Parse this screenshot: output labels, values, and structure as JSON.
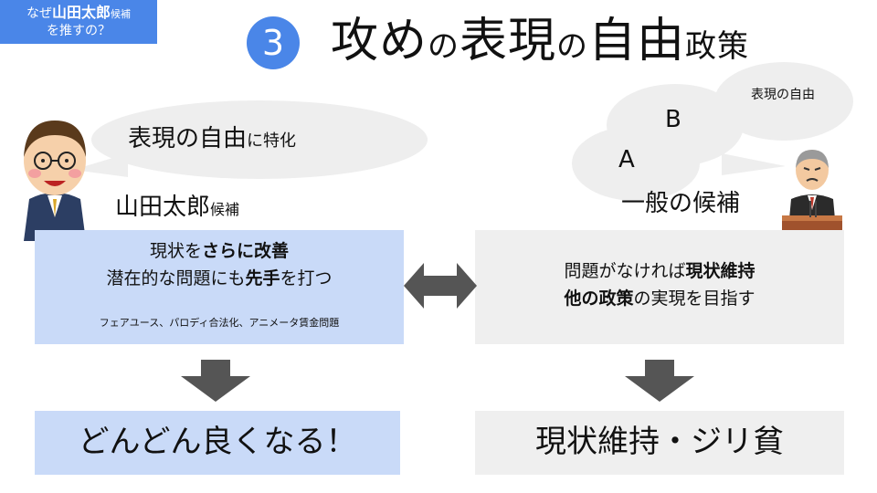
{
  "tag": {
    "line1_pre": "なぜ",
    "line1_bold": "山田太郎",
    "line1_small": "候補",
    "line2": "を推すの？"
  },
  "title": {
    "number": "3",
    "main_a": "攻め",
    "main_b": "の",
    "main_c": "表現",
    "main_d": "の",
    "main_e": "自由",
    "main_f": "政策"
  },
  "left": {
    "bubble_big": "表現の自由",
    "bubble_small": "に特化",
    "name_big": "山田太郎",
    "name_small": "候補",
    "line1_pre": "現状を",
    "line1_bold": "さらに改善",
    "line2_pre": "潜在的な問題にも",
    "line2_bold1": "先手",
    "line2_mid": "を",
    "line2_post": "打つ",
    "small_note": "フェアユース、パロディ合法化、アニメータ賃金問題",
    "result": "どんどん良くなる！"
  },
  "right": {
    "bubble_b": "B",
    "bubble_a": "A",
    "bubble_topic": "表現の自由",
    "name": "一般の候補",
    "line1_pre": "問題がなければ",
    "line1_bold": "現状維持",
    "line2_bold": "他の政策",
    "line2_post": "の実現を目指す",
    "result": "現状維持・ジリ貧"
  },
  "colors": {
    "accent_blue": "#4a86e8",
    "panel_blue": "#c9daf8",
    "panel_gray": "#efefef",
    "arrow_gray": "#555555"
  },
  "icons": [
    "double-arrow-icon",
    "down-arrow-icon",
    "yamada-avatar",
    "candidate-avatar"
  ]
}
